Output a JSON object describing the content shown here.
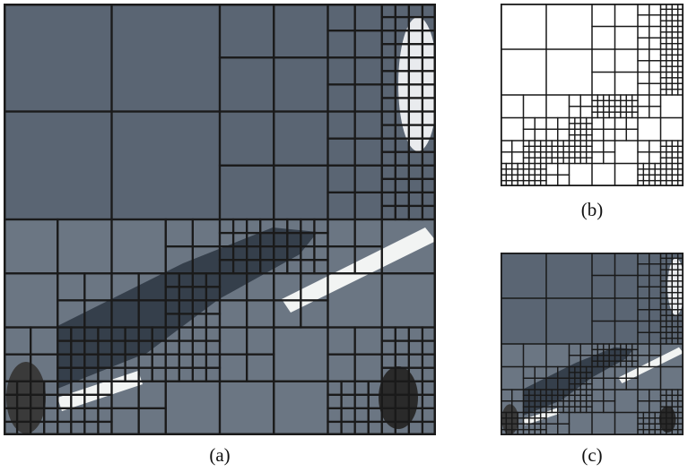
{
  "figure": {
    "captions": {
      "a": "(a)",
      "b": "(b)",
      "c": "(c)"
    },
    "colors": {
      "grid_line": "#1a1a1a",
      "asphalt": "#6b7683",
      "asphalt_dark": "#4d5866",
      "shadow": "#353f4b",
      "road_marking": "#f2f4f3",
      "outline_only_fill": "#ffffff"
    },
    "quadtree_depth_max": 5,
    "panels": [
      {
        "id": "a",
        "style": "photo-with-quadtree"
      },
      {
        "id": "b",
        "style": "quadtree-outline"
      },
      {
        "id": "c",
        "style": "photo-with-quadtree-small"
      }
    ]
  }
}
